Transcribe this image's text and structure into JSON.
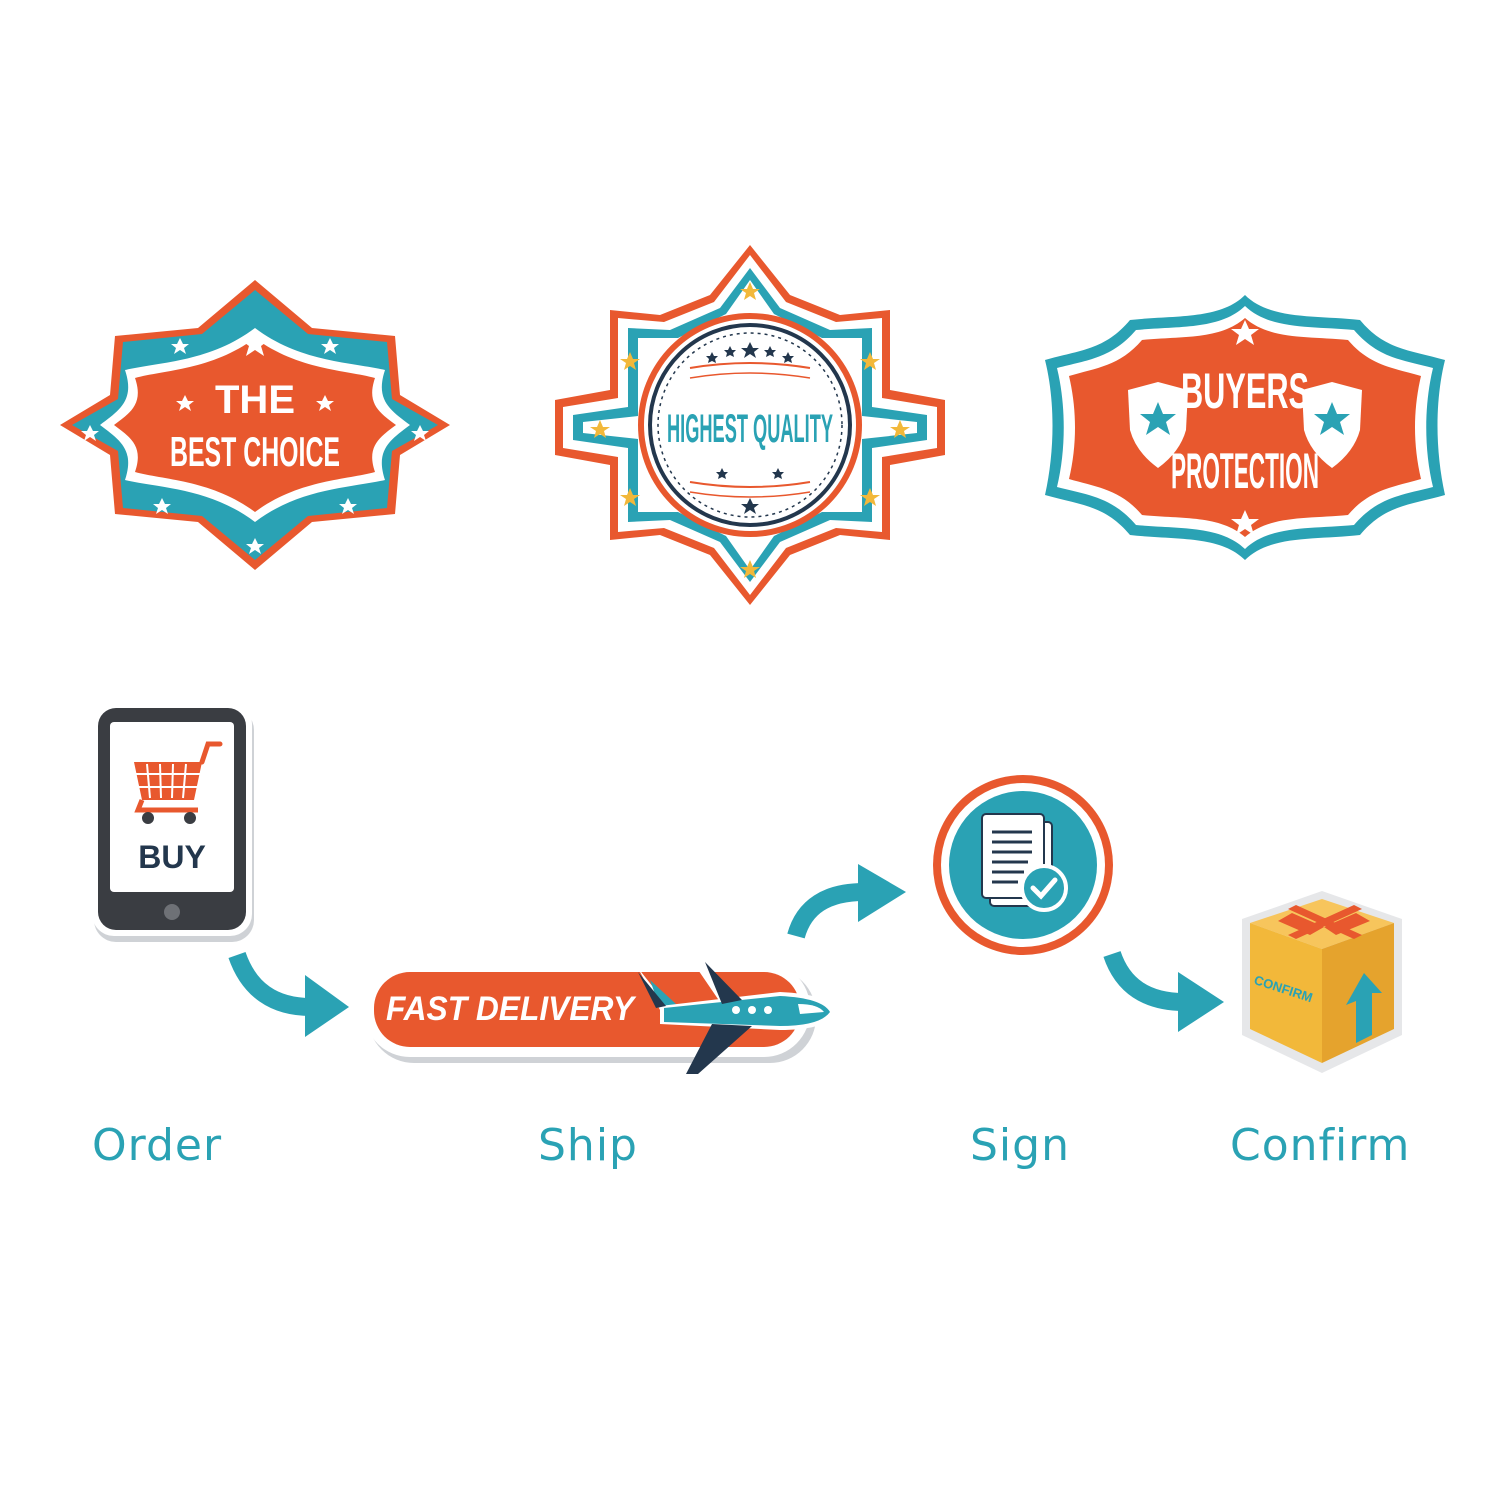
{
  "colors": {
    "teal": "#2aa2b4",
    "orange": "#e8582e",
    "navy": "#23374d",
    "gold": "#f2b83a",
    "white": "#ffffff"
  },
  "badges": {
    "best_choice": {
      "line1": "THE",
      "line2": "BEST CHOICE"
    },
    "highest_quality": {
      "text": "HIGHEST QUALITY"
    },
    "buyers_protection": {
      "line1": "BUYERS",
      "line2": "PROTECTION"
    }
  },
  "flow": {
    "phone": {
      "screen_text": "BUY",
      "icon": "shopping-cart-icon"
    },
    "delivery": {
      "text": "FAST DELIVERY",
      "icon": "airplane-icon"
    },
    "sign": {
      "icon": "signed-document-icon"
    },
    "box": {
      "text": "CONFIRM",
      "icon": "package-box-icon"
    },
    "steps": [
      "Order",
      "Ship",
      "Sign",
      "Confirm"
    ]
  }
}
